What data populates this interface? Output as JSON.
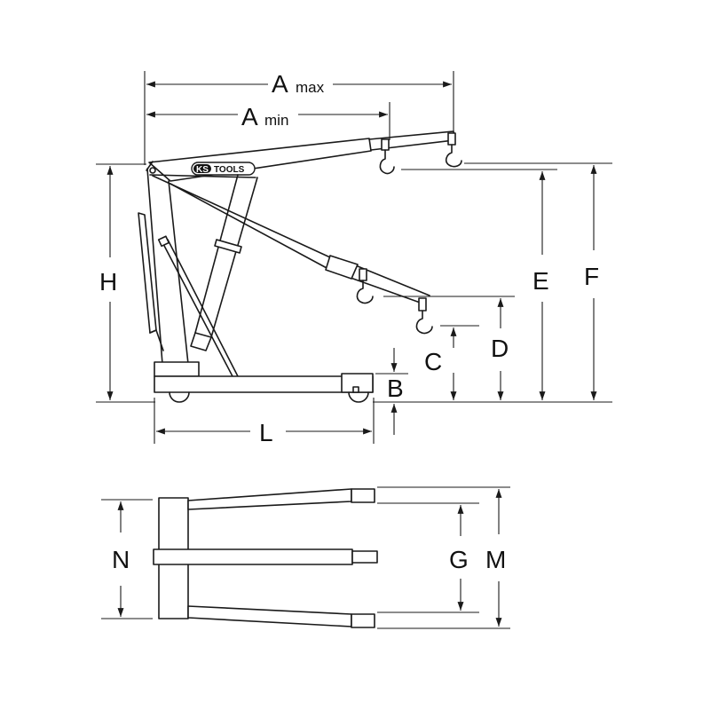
{
  "diagram": {
    "subject": "Folding workshop crane dimension drawing",
    "brand_logo": {
      "ks": "KS",
      "tools": "TOOLS"
    },
    "labels": {
      "a_max": {
        "letter": "A",
        "suffix": "max"
      },
      "a_min": {
        "letter": "A",
        "suffix": "min"
      },
      "h": "H",
      "e": "E",
      "f": "F",
      "d": "D",
      "c": "C",
      "b": "B",
      "l": "L",
      "n": "N",
      "g": "G",
      "m": "M"
    },
    "views": [
      "side-view",
      "top-view"
    ],
    "colors": {
      "line": "#1a1a1a",
      "background": "#ffffff"
    }
  }
}
